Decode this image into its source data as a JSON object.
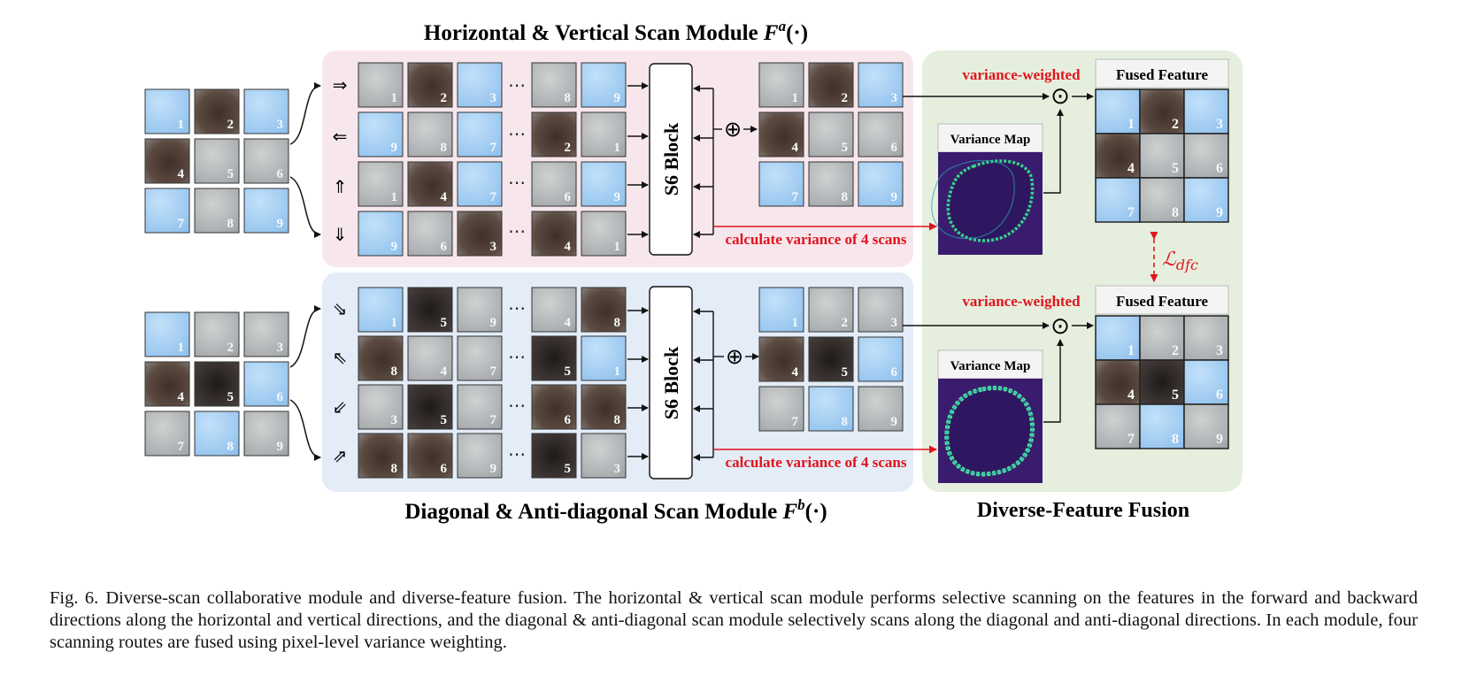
{
  "figure": {
    "module_a_title": "Horizontal & Vertical Scan Module ",
    "module_a_symbol": "F",
    "module_a_sup": "a",
    "module_a_args": "(·)",
    "module_b_title": "Diagonal & Anti-diagonal Scan Module ",
    "module_b_symbol": "F",
    "module_b_sup": "b",
    "module_b_args": "(·)",
    "fusion_title": "Diverse-Feature Fusion",
    "s6_block_label": "S6 Block",
    "variance_weighted_label": "variance-weighted",
    "fused_feature_label": "Fused Feature",
    "variance_map_label": "Variance Map",
    "calc_variance_label": "calculate variance of 4 scans",
    "loss_symbol": "ℒ",
    "loss_subscript": "dfc",
    "ellipsis": "⋯",
    "plus_symbol": "⊕",
    "odot_symbol": "⊙",
    "module_a": {
      "input_numbers": [
        "1",
        "2",
        "3",
        "4",
        "5",
        "6",
        "7",
        "8",
        "9"
      ],
      "input_tones": [
        "s",
        "d",
        "s",
        "d",
        "g",
        "g",
        "s",
        "g",
        "s"
      ],
      "scan_arrows": [
        "⇒",
        "⇐",
        "⇑",
        "⇓"
      ],
      "scans": [
        {
          "numbers": [
            "1",
            "2",
            "3",
            "8",
            "9"
          ],
          "tones": [
            "g",
            "d",
            "s",
            "g",
            "s"
          ]
        },
        {
          "numbers": [
            "9",
            "8",
            "7",
            "2",
            "1"
          ],
          "tones": [
            "s",
            "g",
            "s",
            "d",
            "g"
          ]
        },
        {
          "numbers": [
            "1",
            "4",
            "7",
            "6",
            "9"
          ],
          "tones": [
            "g",
            "d",
            "s",
            "g",
            "s"
          ]
        },
        {
          "numbers": [
            "9",
            "6",
            "3",
            "4",
            "1"
          ],
          "tones": [
            "s",
            "g",
            "d",
            "d",
            "g"
          ]
        }
      ],
      "output_numbers": [
        "1",
        "2",
        "3",
        "4",
        "5",
        "6",
        "7",
        "8",
        "9"
      ],
      "output_tones": [
        "g",
        "d",
        "s",
        "d",
        "g",
        "g",
        "s",
        "g",
        "s"
      ],
      "fused_numbers": [
        "1",
        "2",
        "3",
        "4",
        "5",
        "6",
        "7",
        "8",
        "9"
      ],
      "fused_tones": [
        "s",
        "d",
        "s",
        "d",
        "g",
        "g",
        "s",
        "g",
        "s"
      ]
    },
    "module_b": {
      "input_numbers": [
        "1",
        "2",
        "3",
        "4",
        "5",
        "6",
        "7",
        "8",
        "9"
      ],
      "input_tones": [
        "s",
        "g",
        "g",
        "d",
        "k",
        "s",
        "g",
        "s",
        "g"
      ],
      "scan_arrows": [
        "⇘",
        "⇖",
        "⇙",
        "⇗"
      ],
      "scans": [
        {
          "numbers": [
            "1",
            "5",
            "9",
            "4",
            "8"
          ],
          "tones": [
            "s",
            "k",
            "g",
            "g",
            "d"
          ]
        },
        {
          "numbers": [
            "8",
            "4",
            "7",
            "5",
            "1"
          ],
          "tones": [
            "d",
            "g",
            "g",
            "k",
            "s"
          ]
        },
        {
          "numbers": [
            "3",
            "5",
            "7",
            "6",
            "8"
          ],
          "tones": [
            "g",
            "k",
            "g",
            "d",
            "d"
          ]
        },
        {
          "numbers": [
            "8",
            "6",
            "9",
            "5",
            "3"
          ],
          "tones": [
            "d",
            "d",
            "g",
            "k",
            "g"
          ]
        }
      ],
      "output_numbers": [
        "1",
        "2",
        "3",
        "4",
        "5",
        "6",
        "7",
        "8",
        "9"
      ],
      "output_tones": [
        "s",
        "g",
        "g",
        "d",
        "k",
        "s",
        "g",
        "s",
        "g"
      ],
      "fused_numbers": [
        "1",
        "2",
        "3",
        "4",
        "5",
        "6",
        "7",
        "8",
        "9"
      ],
      "fused_tones": [
        "s",
        "g",
        "g",
        "d",
        "k",
        "s",
        "g",
        "s",
        "g"
      ]
    },
    "colors": {
      "panel_a": "#f7e7ec",
      "panel_b": "#e3ecf7",
      "panel_fusion": "#e6efde",
      "accent_red": "#e0141e",
      "sky": "#a6cff2",
      "gray": "#b9bcbd",
      "dark": "#4e3d35",
      "black": "#2a2524",
      "variance_bg": "#3a1c6e",
      "variance_ring": "#34d48a"
    }
  },
  "caption": {
    "label": "Fig. 6.",
    "text": "Diverse-scan collaborative module and diverse-feature fusion. The horizontal & vertical scan module performs selective scanning on the features in the forward and backward directions along the horizontal and vertical directions, and the diagonal & anti-diagonal scan module selectively scans along the diagonal and anti-diagonal directions. In each module, four scanning routes are fused using pixel-level variance weighting."
  }
}
